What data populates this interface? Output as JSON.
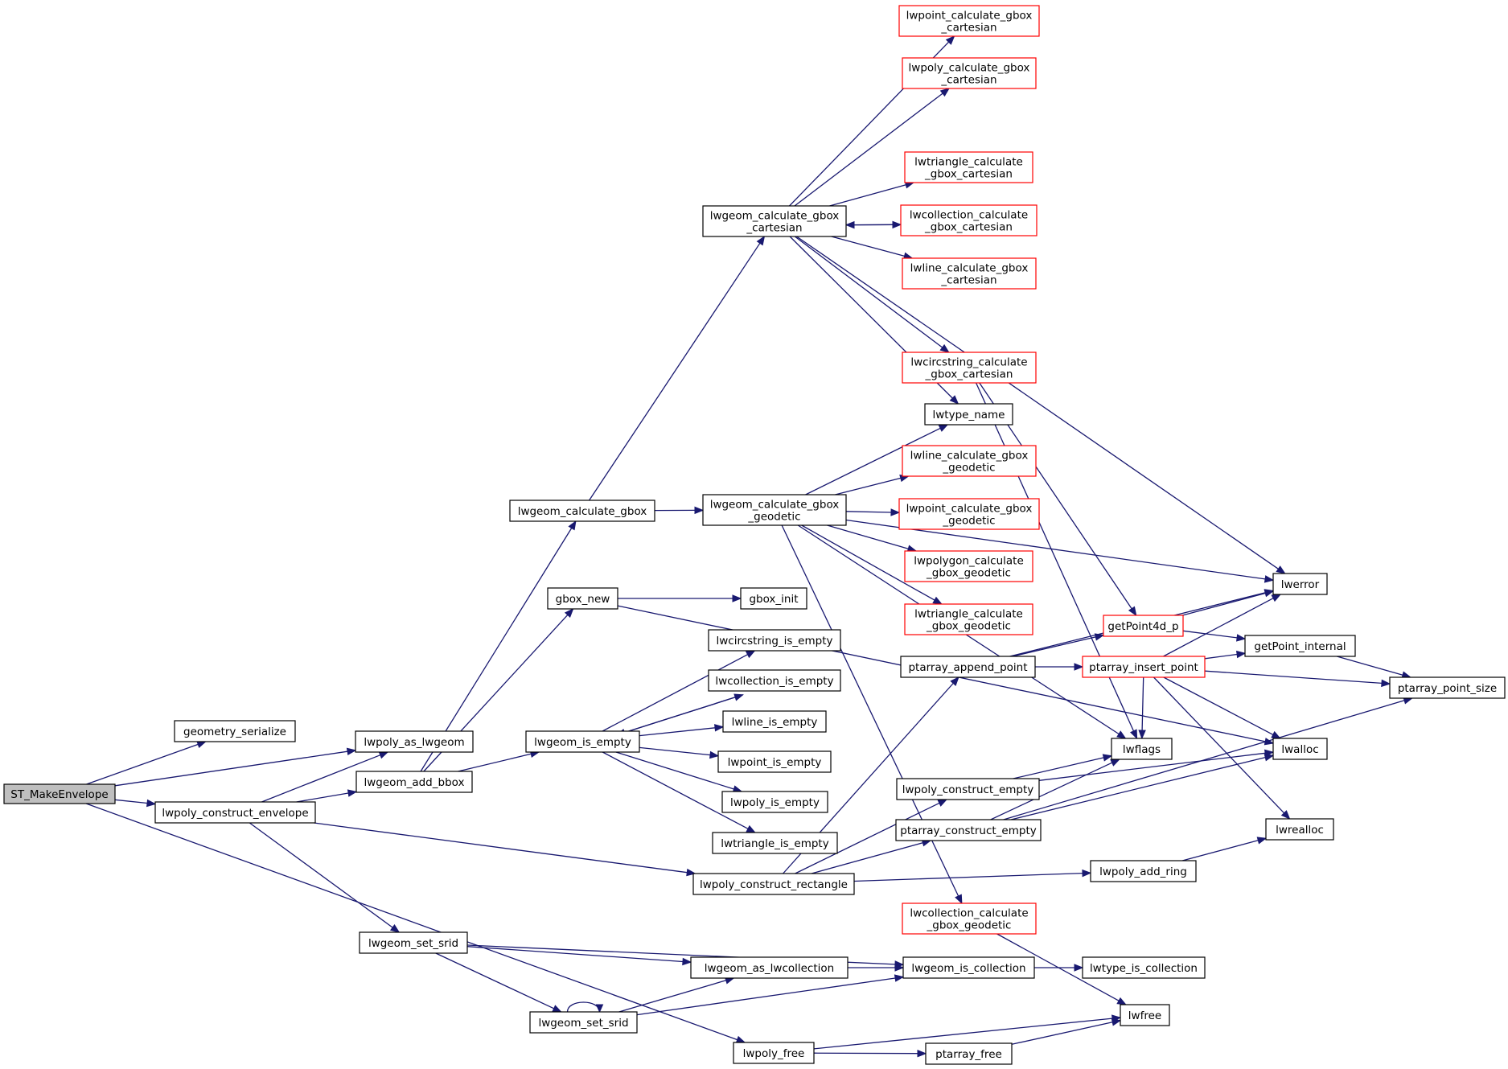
{
  "graph": {
    "title": "ST_MakeEnvelope call graph",
    "colors": {
      "edge": "#191970",
      "truncated_border": "#ff0000",
      "root_fill": "#bfbfbf",
      "node_border": "#000000"
    },
    "nodes": [
      {
        "id": "st_makeenvelope",
        "lines": [
          "ST_MakeEnvelope"
        ],
        "style": "root"
      },
      {
        "id": "geometry_serialize",
        "lines": [
          "geometry_serialize"
        ],
        "style": "normal"
      },
      {
        "id": "lwpoly_as_lwgeom",
        "lines": [
          "lwpoly_as_lwgeom"
        ],
        "style": "normal"
      },
      {
        "id": "lwpoly_construct_envelope",
        "lines": [
          "lwpoly_construct_envelope"
        ],
        "style": "normal"
      },
      {
        "id": "lwgeom_add_bbox",
        "lines": [
          "lwgeom_add_bbox"
        ],
        "style": "normal"
      },
      {
        "id": "lwgeom_set_srid_a",
        "lines": [
          "lwgeom_set_srid"
        ],
        "style": "normal"
      },
      {
        "id": "lwgeom_set_srid_b",
        "lines": [
          "lwgeom_set_srid"
        ],
        "style": "normal"
      },
      {
        "id": "lwpoly_free",
        "lines": [
          "lwpoly_free"
        ],
        "style": "normal"
      },
      {
        "id": "lwgeom_calculate_gbox",
        "lines": [
          "lwgeom_calculate_gbox"
        ],
        "style": "normal"
      },
      {
        "id": "gbox_new",
        "lines": [
          "gbox_new"
        ],
        "style": "normal"
      },
      {
        "id": "lwgeom_is_empty",
        "lines": [
          "lwgeom_is_empty"
        ],
        "style": "normal"
      },
      {
        "id": "lwgeom_as_lwcollection",
        "lines": [
          "lwgeom_as_lwcollection"
        ],
        "style": "normal"
      },
      {
        "id": "lwpoly_construct_rectangle",
        "lines": [
          "lwpoly_construct_rectangle"
        ],
        "style": "normal"
      },
      {
        "id": "lwgeom_calculate_gbox_cartesian",
        "lines": [
          "lwgeom_calculate_gbox",
          "_cartesian"
        ],
        "style": "normal"
      },
      {
        "id": "lwgeom_calculate_gbox_geodetic",
        "lines": [
          "lwgeom_calculate_gbox",
          "_geodetic"
        ],
        "style": "normal"
      },
      {
        "id": "gbox_init",
        "lines": [
          "gbox_init"
        ],
        "style": "normal"
      },
      {
        "id": "lwcircstring_is_empty",
        "lines": [
          "lwcircstring_is_empty"
        ],
        "style": "normal"
      },
      {
        "id": "lwcollection_is_empty",
        "lines": [
          "lwcollection_is_empty"
        ],
        "style": "normal"
      },
      {
        "id": "lwline_is_empty",
        "lines": [
          "lwline_is_empty"
        ],
        "style": "normal"
      },
      {
        "id": "lwpoint_is_empty",
        "lines": [
          "lwpoint_is_empty"
        ],
        "style": "normal"
      },
      {
        "id": "lwpoly_is_empty",
        "lines": [
          "lwpoly_is_empty"
        ],
        "style": "normal"
      },
      {
        "id": "lwtriangle_is_empty",
        "lines": [
          "lwtriangle_is_empty"
        ],
        "style": "normal"
      },
      {
        "id": "lwpoint_calculate_gbox_cartesian",
        "lines": [
          "lwpoint_calculate_gbox",
          "_cartesian"
        ],
        "style": "truncated"
      },
      {
        "id": "lwpoly_calculate_gbox_cartesian",
        "lines": [
          "lwpoly_calculate_gbox",
          "_cartesian"
        ],
        "style": "truncated"
      },
      {
        "id": "lwtriangle_calculate_gbox_cartesian",
        "lines": [
          "lwtriangle_calculate",
          "_gbox_cartesian"
        ],
        "style": "truncated"
      },
      {
        "id": "lwcollection_calculate_gbox_cartesian",
        "lines": [
          "lwcollection_calculate",
          "_gbox_cartesian"
        ],
        "style": "truncated"
      },
      {
        "id": "lwline_calculate_gbox_cartesian",
        "lines": [
          "lwline_calculate_gbox",
          "_cartesian"
        ],
        "style": "truncated"
      },
      {
        "id": "lwcircstring_calculate_gbox_cartesian",
        "lines": [
          "lwcircstring_calculate",
          "_gbox_cartesian"
        ],
        "style": "truncated"
      },
      {
        "id": "lwtype_name",
        "lines": [
          "lwtype_name"
        ],
        "style": "normal"
      },
      {
        "id": "lwline_calculate_gbox_geodetic",
        "lines": [
          "lwline_calculate_gbox",
          "_geodetic"
        ],
        "style": "truncated"
      },
      {
        "id": "lwpoint_calculate_gbox_geodetic",
        "lines": [
          "lwpoint_calculate_gbox",
          "_geodetic"
        ],
        "style": "truncated"
      },
      {
        "id": "lwpolygon_calculate_gbox_geodetic",
        "lines": [
          "lwpolygon_calculate",
          "_gbox_geodetic"
        ],
        "style": "truncated"
      },
      {
        "id": "lwtriangle_calculate_gbox_geodetic",
        "lines": [
          "lwtriangle_calculate",
          "_gbox_geodetic"
        ],
        "style": "truncated"
      },
      {
        "id": "ptarray_append_point",
        "lines": [
          "ptarray_append_point"
        ],
        "style": "normal"
      },
      {
        "id": "lwpoly_construct_empty",
        "lines": [
          "lwpoly_construct_empty"
        ],
        "style": "normal"
      },
      {
        "id": "ptarray_construct_empty",
        "lines": [
          "ptarray_construct_empty"
        ],
        "style": "normal"
      },
      {
        "id": "lwcollection_calculate_gbox_geodetic",
        "lines": [
          "lwcollection_calculate",
          "_gbox_geodetic"
        ],
        "style": "truncated"
      },
      {
        "id": "lwgeom_is_collection",
        "lines": [
          "lwgeom_is_collection"
        ],
        "style": "normal"
      },
      {
        "id": "ptarray_free",
        "lines": [
          "ptarray_free"
        ],
        "style": "normal"
      },
      {
        "id": "getpoint4d_p",
        "lines": [
          "getPoint4d_p"
        ],
        "style": "truncated"
      },
      {
        "id": "ptarray_insert_point",
        "lines": [
          "ptarray_insert_point"
        ],
        "style": "truncated"
      },
      {
        "id": "lwflags",
        "lines": [
          "lwflags"
        ],
        "style": "normal"
      },
      {
        "id": "lwpoly_add_ring",
        "lines": [
          "lwpoly_add_ring"
        ],
        "style": "normal"
      },
      {
        "id": "lwtype_is_collection",
        "lines": [
          "lwtype_is_collection"
        ],
        "style": "normal"
      },
      {
        "id": "lwfree",
        "lines": [
          "lwfree"
        ],
        "style": "normal"
      },
      {
        "id": "lwerror",
        "lines": [
          "lwerror"
        ],
        "style": "normal"
      },
      {
        "id": "getpoint_internal",
        "lines": [
          "getPoint_internal"
        ],
        "style": "normal"
      },
      {
        "id": "lwalloc",
        "lines": [
          "lwalloc"
        ],
        "style": "normal"
      },
      {
        "id": "lwrealloc",
        "lines": [
          "lwrealloc"
        ],
        "style": "normal"
      },
      {
        "id": "ptarray_point_size",
        "lines": [
          "ptarray_point_size"
        ],
        "style": "normal"
      }
    ],
    "edges": [
      [
        "st_makeenvelope",
        "geometry_serialize"
      ],
      [
        "st_makeenvelope",
        "lwpoly_as_lwgeom"
      ],
      [
        "st_makeenvelope",
        "lwpoly_construct_envelope"
      ],
      [
        "st_makeenvelope",
        "lwpoly_free"
      ],
      [
        "lwpoly_construct_envelope",
        "lwpoly_as_lwgeom"
      ],
      [
        "lwpoly_construct_envelope",
        "lwgeom_add_bbox"
      ],
      [
        "lwpoly_construct_envelope",
        "lwgeom_set_srid_a"
      ],
      [
        "lwpoly_construct_envelope",
        "lwpoly_construct_rectangle"
      ],
      [
        "lwgeom_add_bbox",
        "lwgeom_calculate_gbox"
      ],
      [
        "lwgeom_add_bbox",
        "gbox_new"
      ],
      [
        "lwgeom_add_bbox",
        "lwgeom_is_empty"
      ],
      [
        "lwgeom_calculate_gbox",
        "lwgeom_calculate_gbox_cartesian"
      ],
      [
        "lwgeom_calculate_gbox",
        "lwgeom_calculate_gbox_geodetic"
      ],
      [
        "lwgeom_calculate_gbox_cartesian",
        "lwpoint_calculate_gbox_cartesian"
      ],
      [
        "lwgeom_calculate_gbox_cartesian",
        "lwpoly_calculate_gbox_cartesian"
      ],
      [
        "lwgeom_calculate_gbox_cartesian",
        "lwerror"
      ],
      [
        "lwgeom_calculate_gbox_cartesian",
        "lwtriangle_calculate_gbox_cartesian"
      ],
      [
        "lwgeom_calculate_gbox_cartesian",
        "lwcollection_calculate_gbox_cartesian"
      ],
      [
        "lwcollection_calculate_gbox_cartesian",
        "lwgeom_calculate_gbox_cartesian"
      ],
      [
        "lwgeom_calculate_gbox_cartesian",
        "lwline_calculate_gbox_cartesian"
      ],
      [
        "lwgeom_calculate_gbox_cartesian",
        "lwcircstring_calculate_gbox_cartesian"
      ],
      [
        "lwgeom_calculate_gbox_cartesian",
        "lwtype_name"
      ],
      [
        "lwcircstring_calculate_gbox_cartesian",
        "getpoint4d_p"
      ],
      [
        "lwcircstring_calculate_gbox_cartesian",
        "lwflags"
      ],
      [
        "lwgeom_calculate_gbox_geodetic",
        "lwerror"
      ],
      [
        "lwgeom_calculate_gbox_geodetic",
        "lwtype_name"
      ],
      [
        "lwgeom_calculate_gbox_geodetic",
        "lwline_calculate_gbox_geodetic"
      ],
      [
        "lwgeom_calculate_gbox_geodetic",
        "lwpoint_calculate_gbox_geodetic"
      ],
      [
        "lwgeom_calculate_gbox_geodetic",
        "lwpolygon_calculate_gbox_geodetic"
      ],
      [
        "lwgeom_calculate_gbox_geodetic",
        "lwtriangle_calculate_gbox_geodetic"
      ],
      [
        "lwgeom_calculate_gbox_geodetic",
        "lwflags"
      ],
      [
        "lwgeom_calculate_gbox_geodetic",
        "lwcollection_calculate_gbox_geodetic"
      ],
      [
        "gbox_new",
        "gbox_init"
      ],
      [
        "gbox_new",
        "lwalloc"
      ],
      [
        "lwgeom_is_empty",
        "lwcircstring_is_empty"
      ],
      [
        "lwgeom_is_empty",
        "lwcollection_is_empty"
      ],
      [
        "lwcollection_is_empty",
        "lwgeom_is_empty"
      ],
      [
        "lwgeom_is_empty",
        "lwline_is_empty"
      ],
      [
        "lwgeom_is_empty",
        "lwpoint_is_empty"
      ],
      [
        "lwgeom_is_empty",
        "lwpoly_is_empty"
      ],
      [
        "lwgeom_is_empty",
        "lwtriangle_is_empty"
      ],
      [
        "lwpoly_construct_rectangle",
        "ptarray_append_point"
      ],
      [
        "lwpoly_construct_rectangle",
        "lwpoly_construct_empty"
      ],
      [
        "lwpoly_construct_rectangle",
        "ptarray_construct_empty"
      ],
      [
        "lwpoly_construct_rectangle",
        "lwpoly_add_ring"
      ],
      [
        "lwgeom_set_srid_a",
        "lwgeom_as_lwcollection"
      ],
      [
        "lwgeom_set_srid_a",
        "lwgeom_set_srid_b"
      ],
      [
        "lwgeom_set_srid_a",
        "lwgeom_is_collection"
      ],
      [
        "lwgeom_set_srid_b",
        "lwgeom_set_srid_b"
      ],
      [
        "lwgeom_set_srid_b",
        "lwgeom_as_lwcollection"
      ],
      [
        "lwgeom_set_srid_b",
        "lwgeom_is_collection"
      ],
      [
        "lwgeom_as_lwcollection",
        "lwgeom_is_collection"
      ],
      [
        "lwgeom_is_collection",
        "lwtype_is_collection"
      ],
      [
        "lwpoly_free",
        "lwfree"
      ],
      [
        "lwpoly_free",
        "ptarray_free"
      ],
      [
        "ptarray_free",
        "lwfree"
      ],
      [
        "lwcollection_calculate_gbox_geodetic",
        "lwfree"
      ],
      [
        "ptarray_append_point",
        "lwerror"
      ],
      [
        "ptarray_append_point",
        "getpoint4d_p"
      ],
      [
        "ptarray_append_point",
        "ptarray_insert_point"
      ],
      [
        "getpoint4d_p",
        "lwerror"
      ],
      [
        "getpoint4d_p",
        "getpoint_internal"
      ],
      [
        "ptarray_insert_point",
        "lwerror"
      ],
      [
        "ptarray_insert_point",
        "getpoint_internal"
      ],
      [
        "ptarray_insert_point",
        "ptarray_point_size"
      ],
      [
        "ptarray_insert_point",
        "lwalloc"
      ],
      [
        "ptarray_insert_point",
        "lwrealloc"
      ],
      [
        "ptarray_insert_point",
        "lwflags"
      ],
      [
        "getpoint_internal",
        "ptarray_point_size"
      ],
      [
        "lwpoly_construct_empty",
        "lwflags"
      ],
      [
        "lwpoly_construct_empty",
        "lwalloc"
      ],
      [
        "ptarray_construct_empty",
        "lwflags"
      ],
      [
        "ptarray_construct_empty",
        "lwalloc"
      ],
      [
        "ptarray_construct_empty",
        "ptarray_point_size"
      ],
      [
        "lwpoly_add_ring",
        "lwrealloc"
      ]
    ]
  }
}
